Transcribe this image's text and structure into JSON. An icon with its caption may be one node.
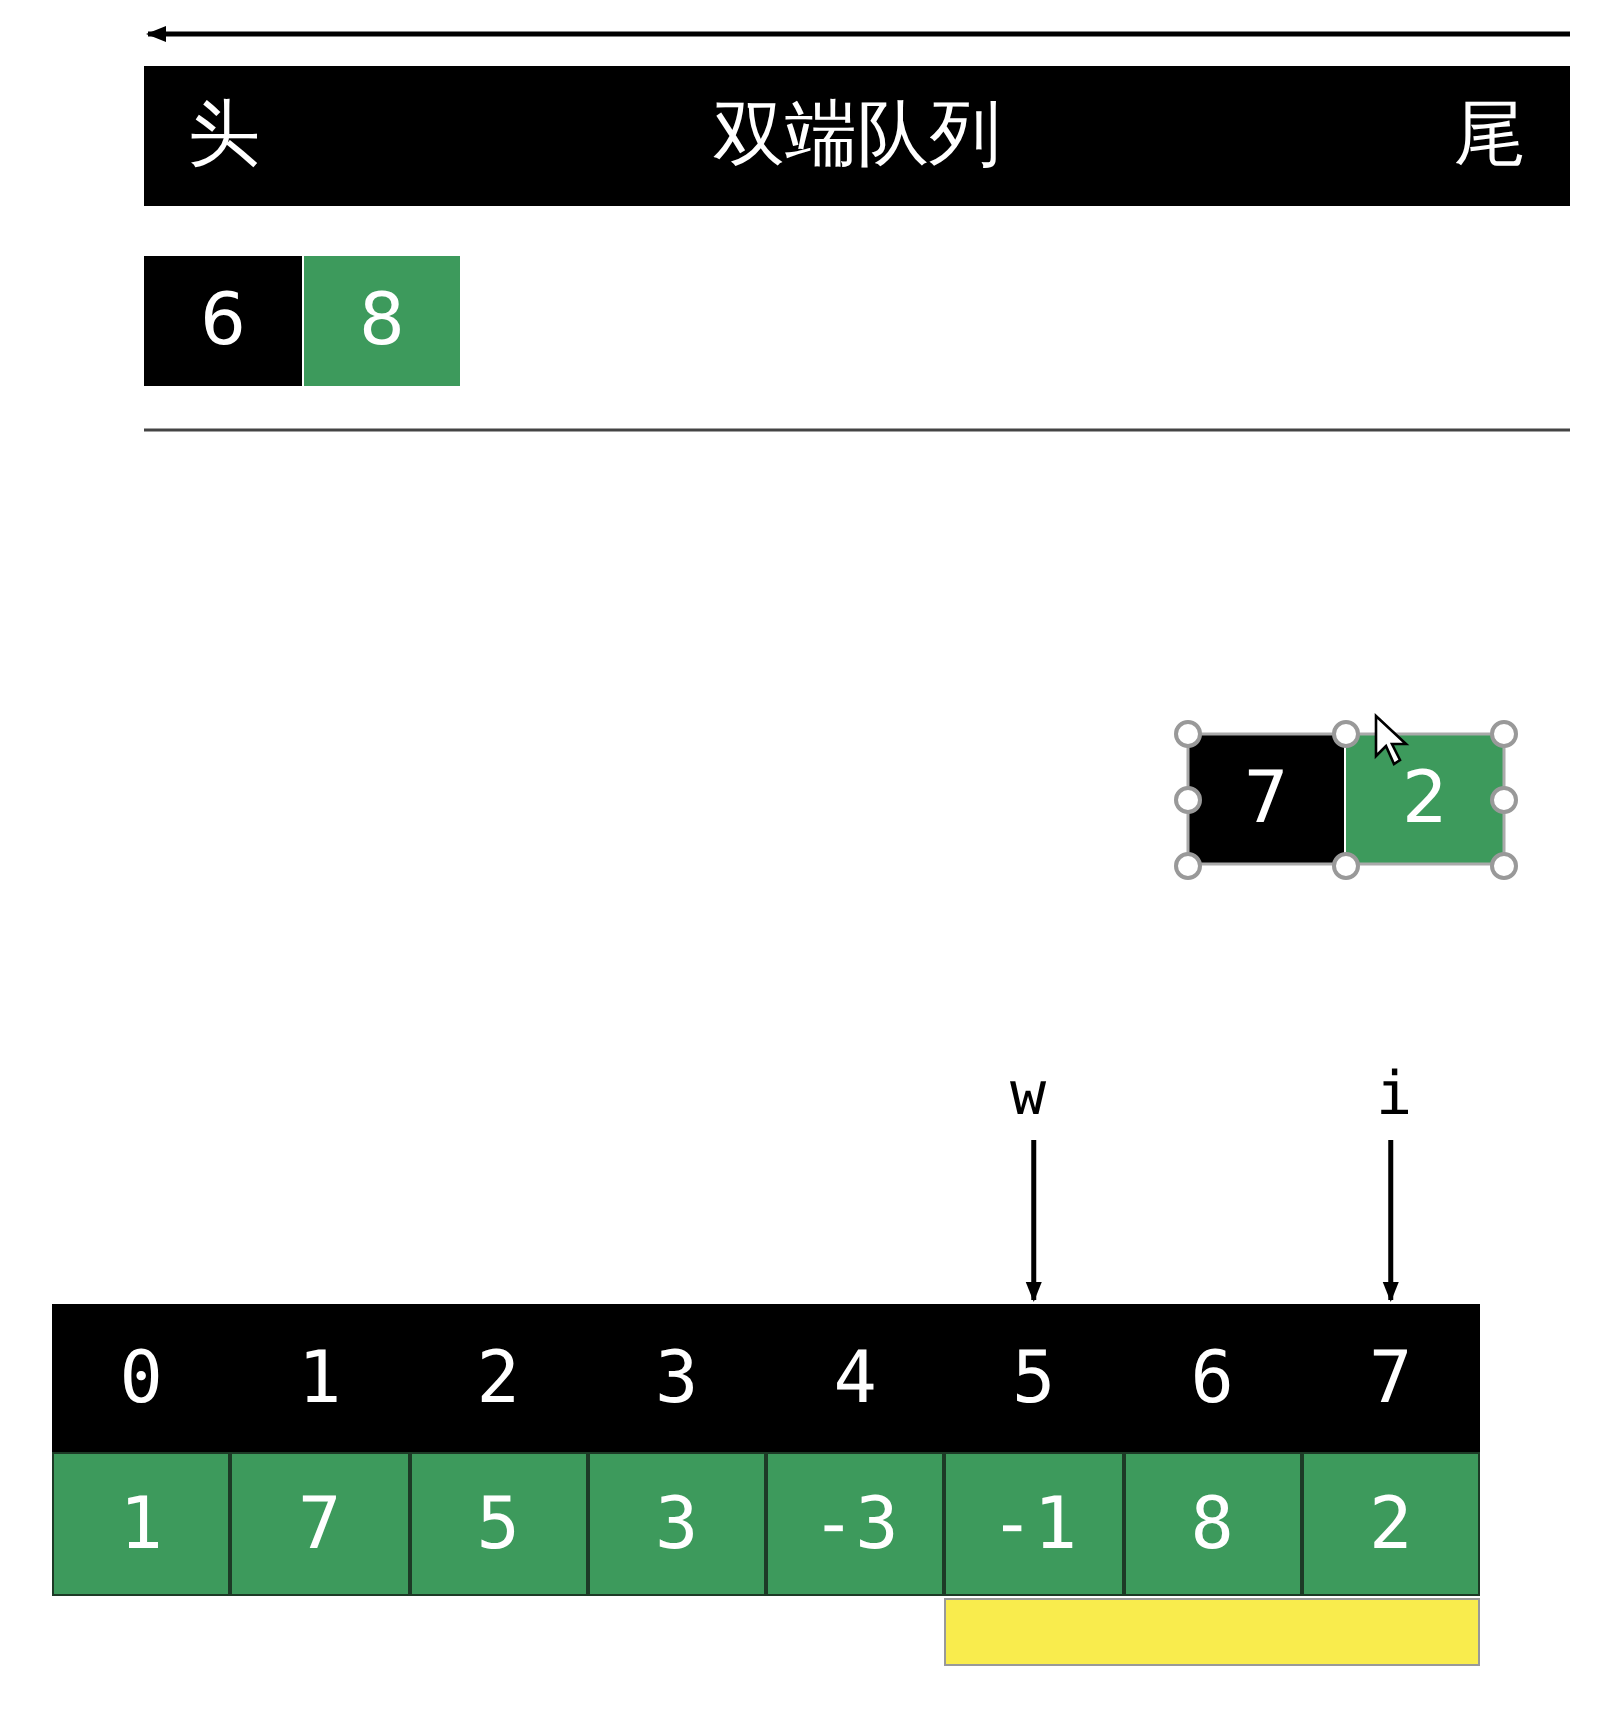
{
  "diagram": {
    "nodes": [
      {
        "text": [
          "头",
          "双端队列",
          "尾"
        ]
      },
      {
        "text": [
          "6"
        ]
      },
      {
        "text": [
          "8"
        ]
      },
      {
        "text": [
          "7"
        ]
      },
      {
        "text": [
          "2"
        ]
      },
      {
        "text": [
          "0"
        ]
      },
      {
        "text": [
          "1"
        ]
      },
      {
        "text": [
          "2"
        ]
      },
      {
        "text": [
          "3"
        ]
      },
      {
        "text": [
          "4"
        ]
      },
      {
        "text": [
          "5"
        ]
      },
      {
        "text": [
          "6"
        ]
      },
      {
        "text": [
          "7"
        ]
      },
      {
        "text": [
          "1"
        ]
      },
      {
        "text": [
          "7"
        ]
      },
      {
        "text": [
          "5"
        ]
      },
      {
        "text": [
          "3"
        ]
      },
      {
        "text": [
          "-3"
        ]
      },
      {
        "text": [
          "-1"
        ]
      },
      {
        "text": [
          "8"
        ]
      },
      {
        "text": [
          "2"
        ]
      },
      {
        "text": [
          "w"
        ]
      },
      {
        "text": [
          "i"
        ]
      },
      {
        "text": [],
        "shape": "bar"
      }
    ],
    "edges": [
      {
        "from": 21,
        "to": 10,
        "arrow": "to"
      },
      {
        "from": 22,
        "to": 12,
        "arrow": "to"
      }
    ]
  }
}
